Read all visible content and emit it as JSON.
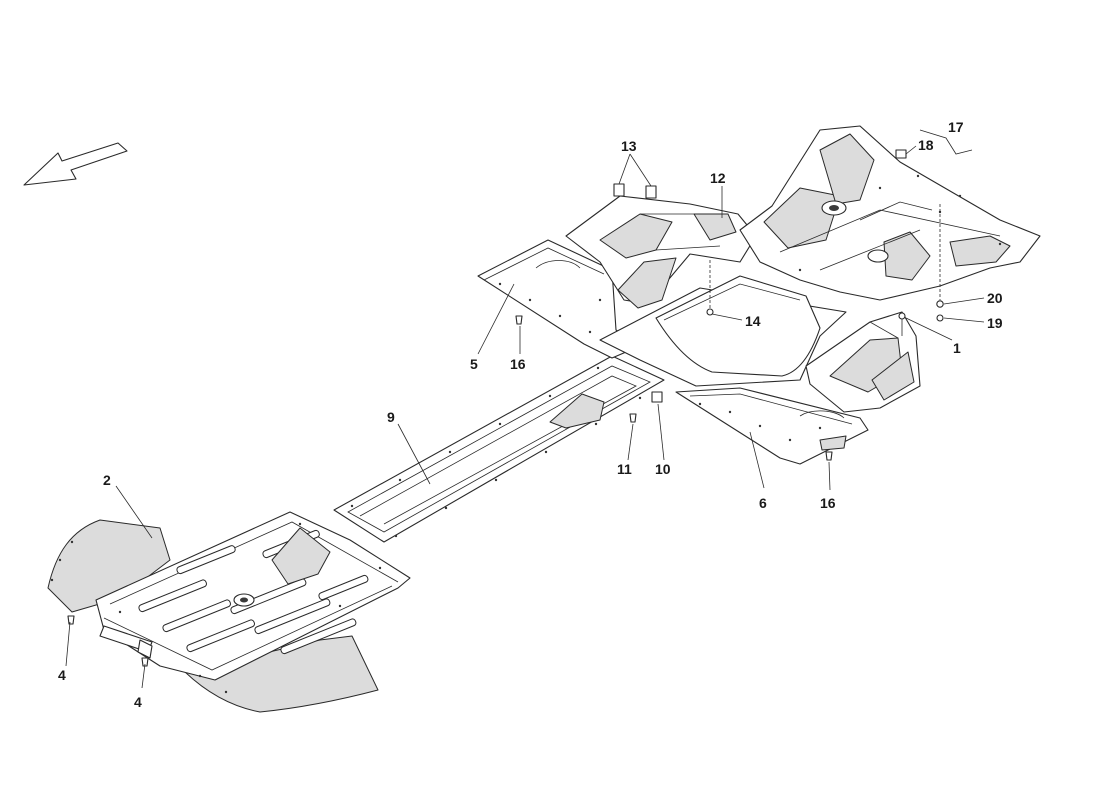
{
  "diagram": {
    "callouts": [
      {
        "id": "c1",
        "text": "1"
      },
      {
        "id": "c2",
        "text": "2"
      },
      {
        "id": "c4a",
        "text": "4"
      },
      {
        "id": "c4b",
        "text": "4"
      },
      {
        "id": "c5",
        "text": "5"
      },
      {
        "id": "c6",
        "text": "6"
      },
      {
        "id": "c9",
        "text": "9"
      },
      {
        "id": "c10",
        "text": "10"
      },
      {
        "id": "c11",
        "text": "11"
      },
      {
        "id": "c12",
        "text": "12"
      },
      {
        "id": "c13",
        "text": "13"
      },
      {
        "id": "c14",
        "text": "14"
      },
      {
        "id": "c16a",
        "text": "16"
      },
      {
        "id": "c16b",
        "text": "16"
      },
      {
        "id": "c17",
        "text": "17"
      },
      {
        "id": "c18",
        "text": "18"
      },
      {
        "id": "c19",
        "text": "19"
      },
      {
        "id": "c20",
        "text": "20"
      }
    ],
    "direction_icon": "arrow-down-left-icon"
  }
}
